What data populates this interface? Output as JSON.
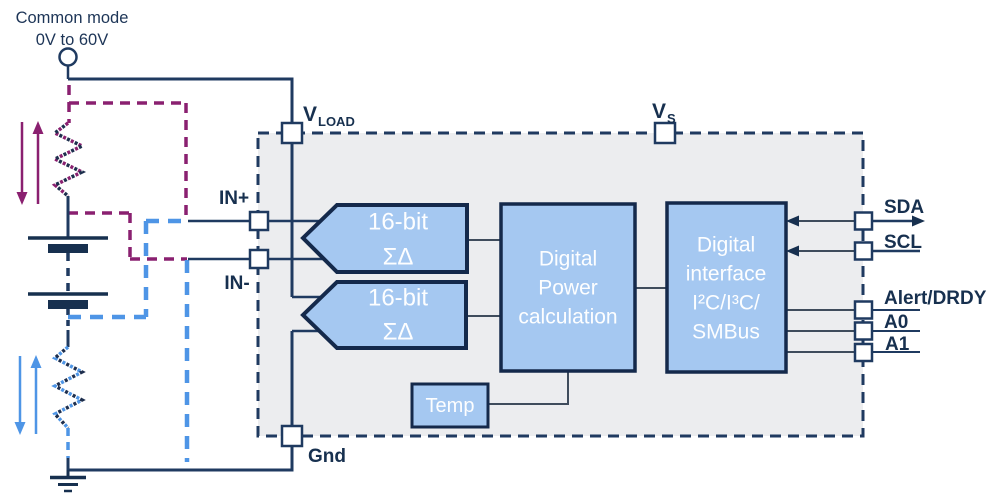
{
  "diagram": {
    "title_region": {
      "source": {
        "line1": "Common mode",
        "line2": "0V to 60V"
      }
    },
    "ports": {
      "vload": {
        "base": "V",
        "sub": "LOAD"
      },
      "vs": {
        "base": "V",
        "sub": "S"
      },
      "in_plus": "IN+",
      "in_minus": "IN-",
      "gnd": "Gnd",
      "sda": "SDA",
      "scl": "SCL",
      "alert": "Alert/DRDY",
      "a0": "A0",
      "a1": "A1"
    },
    "blocks": {
      "adc1": {
        "line1": "16-bit",
        "line2": "ΣΔ"
      },
      "adc2": {
        "line1": "16-bit",
        "line2": "ΣΔ"
      },
      "power": {
        "line1": "Digital",
        "line2": "Power",
        "line3": "calculation"
      },
      "interface": {
        "line1": "Digital",
        "line2": "interface",
        "line3": "I²C/I³C/",
        "line4": "SMBus"
      },
      "temp": {
        "label": "Temp"
      }
    },
    "colors": {
      "wire_navy": "#1f3a60",
      "block_border": "#14294b",
      "block_fill": "#a5c8f1",
      "chip_fill": "#ecedef",
      "label_navy": "#17304f",
      "high_side_purple": "#8a2070",
      "low_side_blue": "#4e95e6",
      "thin_line": "#3f4c5c",
      "block_text": "#ffffff"
    }
  }
}
